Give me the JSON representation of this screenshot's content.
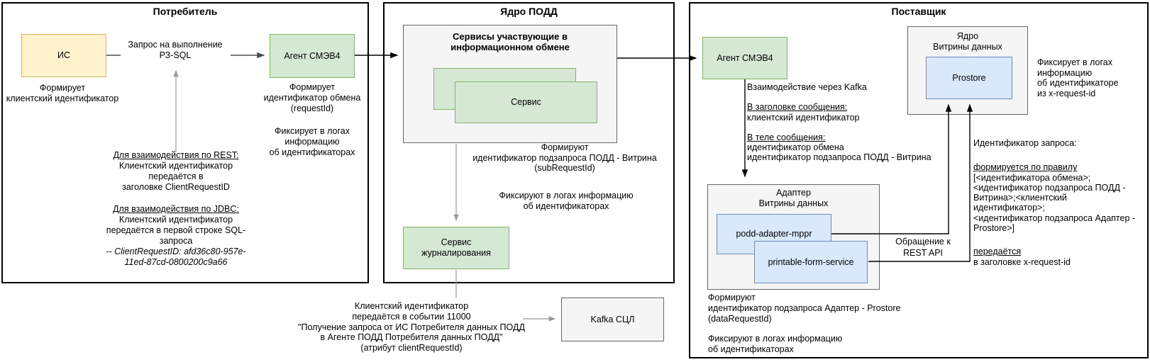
{
  "colors": {
    "yellow_fill": "#FFF2CC",
    "yellow_border": "#D6B656",
    "green_fill": "#D5E8D4",
    "green_border": "#82B366",
    "blue_fill": "#DAE8FC",
    "blue_border": "#6C8EBF",
    "container_fill": "#F5F5F5",
    "container_border": "#666666",
    "arrow_gray": "#999999",
    "arrow_black": "#000000"
  },
  "consumer": {
    "title": "Потребитель",
    "is_label": "ИС",
    "is_caption": "Формирует\nклиентский идентификатор",
    "request_label": "Запрос на выполнение\nРЗ-SQL",
    "agent_label": "Агент СМЭВ4",
    "agent_caption1": "Формирует\nидентификатор обмена\n(requestId)",
    "agent_caption2": "Фиксирует в логах\nинформацию\nоб идентификаторах",
    "rest_heading": "Для взаимодействия по REST:",
    "rest_body": "Клиентский идентификатор\nпередаётся в\nзаголовке ClientRequestID",
    "jdbc_heading": "Для взаимодействия по JDBC:",
    "jdbc_body": "Клиентский идентификатор\nпередаётся в первой строке SQL-\nзапроса",
    "jdbc_comment": "-- ClientRequestID: afd36c80-957e-\n11ed-87cd-0800200c9a66"
  },
  "core": {
    "title": "Ядро ПОДД",
    "container_title": "Сервисы участвующие в\nинформационном обмене",
    "service_label": "Сервис",
    "caption1": "Формируют\nидентификатор подзапроса ПОДД - Витрина\n(subRequestId)",
    "caption2": "Фиксируют в логах информацию\nоб идентификаторах",
    "journal_label": "Сервис\nжурналирования",
    "event_note": "Клиентский идентификатор\nпередаётся в событии 11000\n\"Получение запроса от ИС Потребителя данных ПОДД\nв Агенте ПОДД Потребителя данных ПОДД\"\n(атрибут clientRequestId)",
    "kafka_label": "Kafka СЦЛ"
  },
  "provider": {
    "title": "Поставщик",
    "agent_label": "Агент СМЭВ4",
    "kafka_line": "Взаимодействие через Kafka",
    "msg_header_heading": "В заголовке сообщения:",
    "msg_header_body": "клиентский идентификатор",
    "msg_body_heading": "В теле сообщения:",
    "msg_body_body": "идентификатор обмена\nидентификатор подзапроса ПОДД - Витрина",
    "core_title": "Ядро\nВитрины данных",
    "prostore_label": "Prostore",
    "prostore_caption": "Фиксирует в логах\nинформацию\nоб идентификаторе\nиз x-request-id",
    "adapter_title": "Адаптер\nВитрины данных",
    "adapter1_label": "podd-adapter-mppr",
    "adapter2_label": "printable-form-service",
    "rest_api_label": "Обращение к\nREST API",
    "adapter_caption1": "Формируют\nидентификатор подзапроса Адаптер - Prostore\n(dataRequestId)",
    "adapter_caption2": "Фиксируют в логах информацию\nоб идентификаторах",
    "reqid_title": "Идентификатор запроса:",
    "rule_heading": "формируется по правилу",
    "rule_body": "[<идентификатора обмена>;\n<идентификатор подзапроса ПОДД -\nВитрина>;<клиентский идентификатор>;\n<идентификатор подзапроса Адаптер -\nProstore>]",
    "passed_heading": "передаётся",
    "passed_body": "в заголовке x-request-id"
  }
}
